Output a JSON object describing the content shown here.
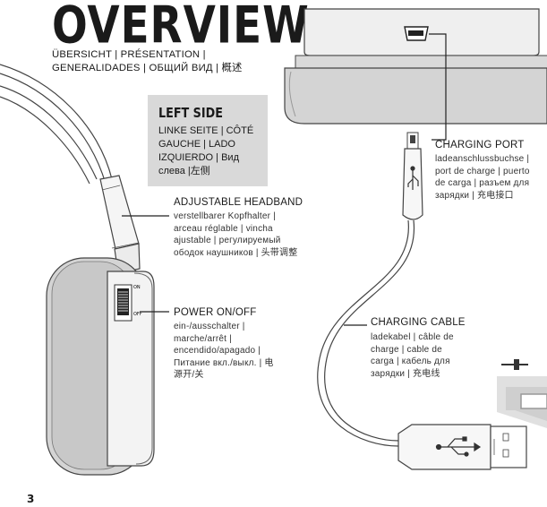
{
  "page": {
    "title": "OVERVIEW",
    "subtitle": "ÜBERSICHT | PRÉSENTATION | GENERALIDADES | ОБЩИЙ ВИД | 概述",
    "number": "3"
  },
  "left_side": {
    "heading": "LEFT SIDE",
    "text": "LINKE SEITE | CÔTÉ GAUCHE | LADO IZQUIERDO | Вид слева |左侧"
  },
  "callouts": {
    "headband": {
      "title": "ADJUSTABLE HEADBAND",
      "text": "verstellbarer Kopfhalter | arceau réglable | vincha ajustable | регулируемый ободок наушников | 头带调整"
    },
    "power": {
      "title": "POWER ON/OFF",
      "text": "ein-/ausschalter | marche/arrêt | encendido/apagado | Питание вкл./выкл. | 电源开/关"
    },
    "charging_port": {
      "title": "CHARGING PORT",
      "text": "ladeanschlussbuchse | port de charge | puerto de carga | разъем для зарядки | 充电接口"
    },
    "charging_cable": {
      "title": "CHARGING CABLE",
      "text": "ladekabel | câble de charge | cable de carga | кабель для зарядки | 充电线"
    }
  },
  "switch_labels": {
    "on": "ON",
    "off": "OFF"
  }
}
